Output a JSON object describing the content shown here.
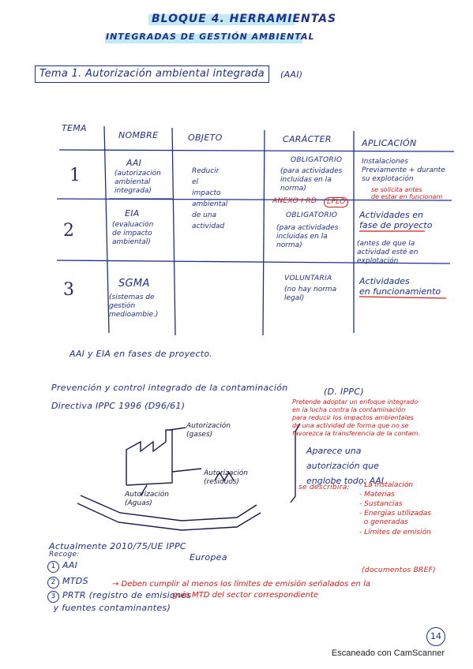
{
  "header": {
    "title": "BLOQUE 4. HERRAMIENTAS",
    "subtitle": "INTEGRADAS DE GESTIÓN AMBIENTAL"
  },
  "topic": {
    "box_text": "Tema 1. Autorización ambiental integrada",
    "suffix": "(AAI)"
  },
  "table": {
    "headers": [
      "TEMA",
      "NOMBRE",
      "OBJETO",
      "CARÁCTER",
      "APLICACIÓN"
    ],
    "objeto": "Reducir\nel\nimpacto\nambiental\nde una\nactividad",
    "rows": [
      {
        "num": "1",
        "name": "AAI",
        "name_detail": "(autorización\nambiental\nintegrada)",
        "caracter": "OBLIGATORIO",
        "caracter_detail": "(para actividades\nincluidas en la\nnorma)",
        "caracter_note": "ANEXO I RD",
        "caracter_note_circled": "LPLO",
        "aplicacion": "Instalaciones\nPreviamente + durante\nsu explotación",
        "aplicacion_note": "se solicita antes\nde estar en funcionam"
      },
      {
        "num": "2",
        "name": "EIA",
        "name_detail": "(evaluación\nde impacto\nambiental)",
        "caracter": "OBLIGATORIO",
        "caracter_detail": "(para actividades\nincluidas en la\nnorma)",
        "aplicacion": "Actividades en\nfase de proyecto",
        "aplicacion_note": "(antes de que la\nactividad esté en\nexplotación"
      },
      {
        "num": "3",
        "name": "SGMA",
        "name_detail": "(sistemas de\ngestión\nmedioambie.)",
        "caracter": "VOLUNTARIA",
        "caracter_detail": "(no hay norma\nlegal)",
        "aplicacion": "Actividades\nen funcionamiento"
      }
    ]
  },
  "aai_eia_note": "AAI y EIA en fases de proyecto.",
  "prevention": {
    "heading": "Prevención y control integrado de la contaminación",
    "heading_suffix": "(D. IPPC)",
    "directive": "Directiva IPPC 1996 (D96/61)",
    "red_note": "Pretende adoptar un enfoque integrado\nen la lucha contra la contaminación\npara reducir los impactos ambientales\nde una actividad de forma que no se\nfavorezca la transferencia de la contam.",
    "diagram_labels": {
      "gases": "Autorización\n(gases)",
      "residuos": "Autorización\n(residuos)",
      "aguas": "Autorización\n(Aguas)"
    },
    "apareca": "Aparece una\nautorización que\nenglobe todo: AAI",
    "describira_label": "se describirá:",
    "describira_items": [
      "- La instalación",
      "- Materias",
      "- Sustancias",
      "- Energías utilizadas\n  o generadas",
      "- Límites de emisión"
    ]
  },
  "current": {
    "line1": "Actualmente 2010/75/UE IPPC",
    "line1_sub": "Europea",
    "recoge": "Recoge:",
    "items": [
      {
        "n": "1",
        "text": "AAI"
      },
      {
        "n": "2",
        "text": "MTDS"
      },
      {
        "n": "3",
        "text": "PRTR (registro de emisiones\n  y fuentes contaminantes)"
      }
    ],
    "bref": "(documentos BREF)",
    "mtds_note": "→ Deben cumplir al menos los límites de emisión señalados en la\n                        guía MTD del sector correspondiente"
  },
  "page_number": "14",
  "footer": "Escaneado con CamScanner"
}
